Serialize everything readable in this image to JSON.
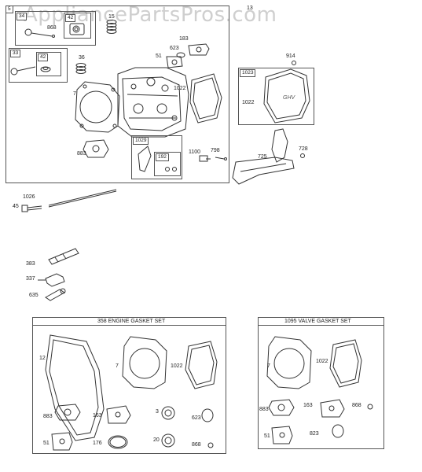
{
  "watermark": "AppliancePartsPros.com",
  "top_assembly": {
    "tag": "5",
    "sub_boxes": [
      {
        "tag": "34",
        "inner_tag": "42",
        "parts": [
          "868",
          "15"
        ]
      },
      {
        "tag": "33",
        "inner_tag": "42",
        "parts": [
          "36"
        ]
      }
    ],
    "labels": [
      "13",
      "183",
      "623",
      "51",
      "1022",
      "7",
      "883",
      "1029",
      "192",
      "1100",
      "798"
    ]
  },
  "rocker_cover": {
    "tag": "1023",
    "labels": [
      "914",
      "1022"
    ]
  },
  "loose_labels": [
    "728",
    "725",
    "1026",
    "45",
    "383",
    "337",
    "635"
  ],
  "engine_gasket_set": {
    "title": "358 ENGINE GASKET SET",
    "labels": [
      "12",
      "7",
      "1022",
      "883",
      "163",
      "3",
      "623",
      "51",
      "176",
      "20",
      "868"
    ]
  },
  "valve_gasket_set": {
    "title": "1095 VALVE GASKET SET",
    "labels": [
      "7",
      "1022",
      "883",
      "163",
      "868",
      "51",
      "823"
    ]
  }
}
